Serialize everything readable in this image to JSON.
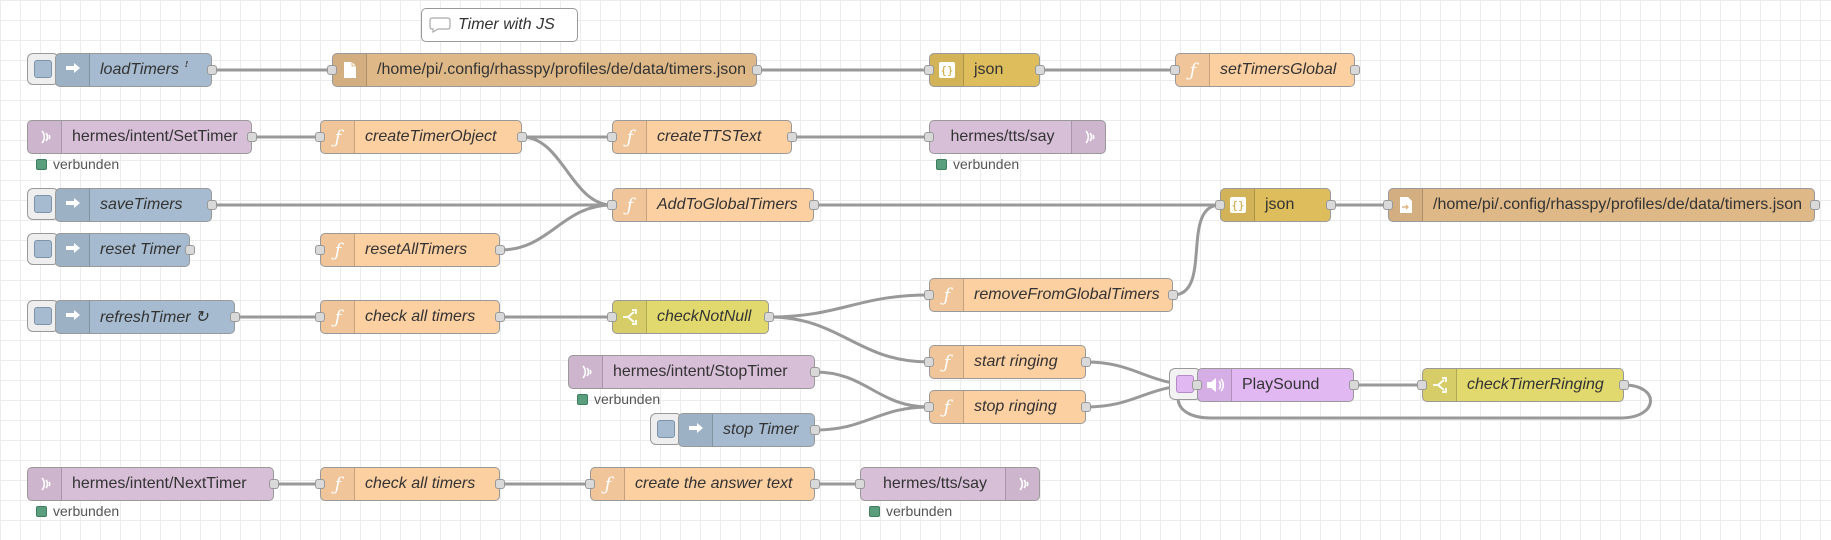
{
  "canvas": {
    "background": "#ffffff",
    "grid_color": "#ececec"
  },
  "palette": {
    "inject": "#a6bbcf",
    "file": "#deb887",
    "json": "#debd5c",
    "function": "#fdd0a2",
    "mqtt": "#d8bfd8",
    "switch": "#e2d96e",
    "play": "#e2b8f3",
    "wire": "#999999",
    "status_connected": "#5a9e7e"
  },
  "comment": {
    "label": "Timer with JS",
    "icon": "speech-bubble-icon"
  },
  "nodes": {
    "load_timers": {
      "label": "loadTimers ꜝ",
      "icon": "arrow-in-icon"
    },
    "file_read": {
      "label": "/home/pi/.config/rhasspy/profiles/de/data/timers.json",
      "icon": "file-icon"
    },
    "json_1": {
      "label": "json",
      "icon": "braces-icon"
    },
    "set_timers_global": {
      "label": "setTimersGlobal",
      "icon": "function-icon"
    },
    "mqtt_set_timer": {
      "label": "hermes/intent/SetTimer",
      "icon": "radio-waves-icon",
      "status": "verbunden"
    },
    "create_timer_object": {
      "label": "createTimerObject",
      "icon": "function-icon"
    },
    "create_tts_text": {
      "label": "createTTSText",
      "icon": "function-icon"
    },
    "tts_say_1": {
      "label": "hermes/tts/say",
      "icon": "radio-waves-icon",
      "status": "verbunden"
    },
    "save_timers": {
      "label": "saveTimers",
      "icon": "arrow-in-icon"
    },
    "add_to_global_timers": {
      "label": "AddToGlobalTimers",
      "icon": "function-icon"
    },
    "json_2": {
      "label": "json",
      "icon": "braces-icon"
    },
    "file_write": {
      "label": "/home/pi/.config/rhasspy/profiles/de/data/timers.json",
      "icon": "file-out-icon"
    },
    "reset_timer": {
      "label": "reset Timer",
      "icon": "arrow-in-icon"
    },
    "reset_all_timers": {
      "label": "resetAllTimers",
      "icon": "function-icon"
    },
    "remove_from_global": {
      "label": "removeFromGlobalTimers",
      "icon": "function-icon"
    },
    "refresh_timer": {
      "label": "refreshTimer ↻",
      "icon": "arrow-in-icon"
    },
    "check_all_timers_1": {
      "label": "check all timers",
      "icon": "function-icon"
    },
    "check_not_null": {
      "label": "checkNotNull",
      "icon": "switch-icon"
    },
    "start_ringing": {
      "label": "start ringing",
      "icon": "function-icon"
    },
    "mqtt_stop_timer": {
      "label": "hermes/intent/StopTimer",
      "icon": "radio-waves-icon",
      "status": "verbunden"
    },
    "stop_ringing": {
      "label": "stop ringing",
      "icon": "function-icon"
    },
    "stop_timer": {
      "label": "stop Timer",
      "icon": "arrow-in-icon"
    },
    "play_sound": {
      "label": "PlaySound",
      "icon": "speaker-icon"
    },
    "check_timer_ringing": {
      "label": "checkTimerRinging",
      "icon": "switch-icon"
    },
    "mqtt_next_timer": {
      "label": "hermes/intent/NextTimer",
      "icon": "radio-waves-icon",
      "status": "verbunden"
    },
    "check_all_timers_2": {
      "label": "check all timers",
      "icon": "function-icon"
    },
    "create_answer_text": {
      "label": "create the answer text",
      "icon": "function-icon"
    },
    "tts_say_2": {
      "label": "hermes/tts/say",
      "icon": "radio-waves-icon",
      "status": "verbunden"
    }
  }
}
